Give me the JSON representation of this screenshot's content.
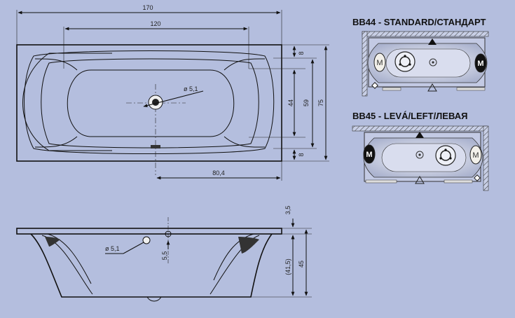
{
  "top_view": {
    "dim_length": "170",
    "dim_inner_length": "120",
    "dim_drain_offset": "80,4",
    "dim_rim_top": "8",
    "dim_rim_bottom": "8",
    "dim_inner_width": "44",
    "dim_bottom_width": "59",
    "dim_width": "75",
    "dim_drain_diameter": "ø 5,1"
  },
  "side_view": {
    "dim_rim_thickness": "3,5",
    "dim_overflow_height": "5,5",
    "dim_drain_diameter": "ø 5,1",
    "dim_inner_depth": "(41,5)",
    "dim_depth": "45"
  },
  "variants": [
    {
      "title": "BB44 - STANDARD/СТАНДАРТ",
      "left_badge": "M",
      "right_badge": "M"
    },
    {
      "title": "BB45 - LEVÁ/LEFT/ЛЕВАЯ",
      "left_badge": "M",
      "right_badge": "M"
    }
  ],
  "colors": {
    "background": "#b4bede",
    "line": "#111111",
    "badge_dark": "#111111",
    "badge_light": "#f2f0ea"
  }
}
